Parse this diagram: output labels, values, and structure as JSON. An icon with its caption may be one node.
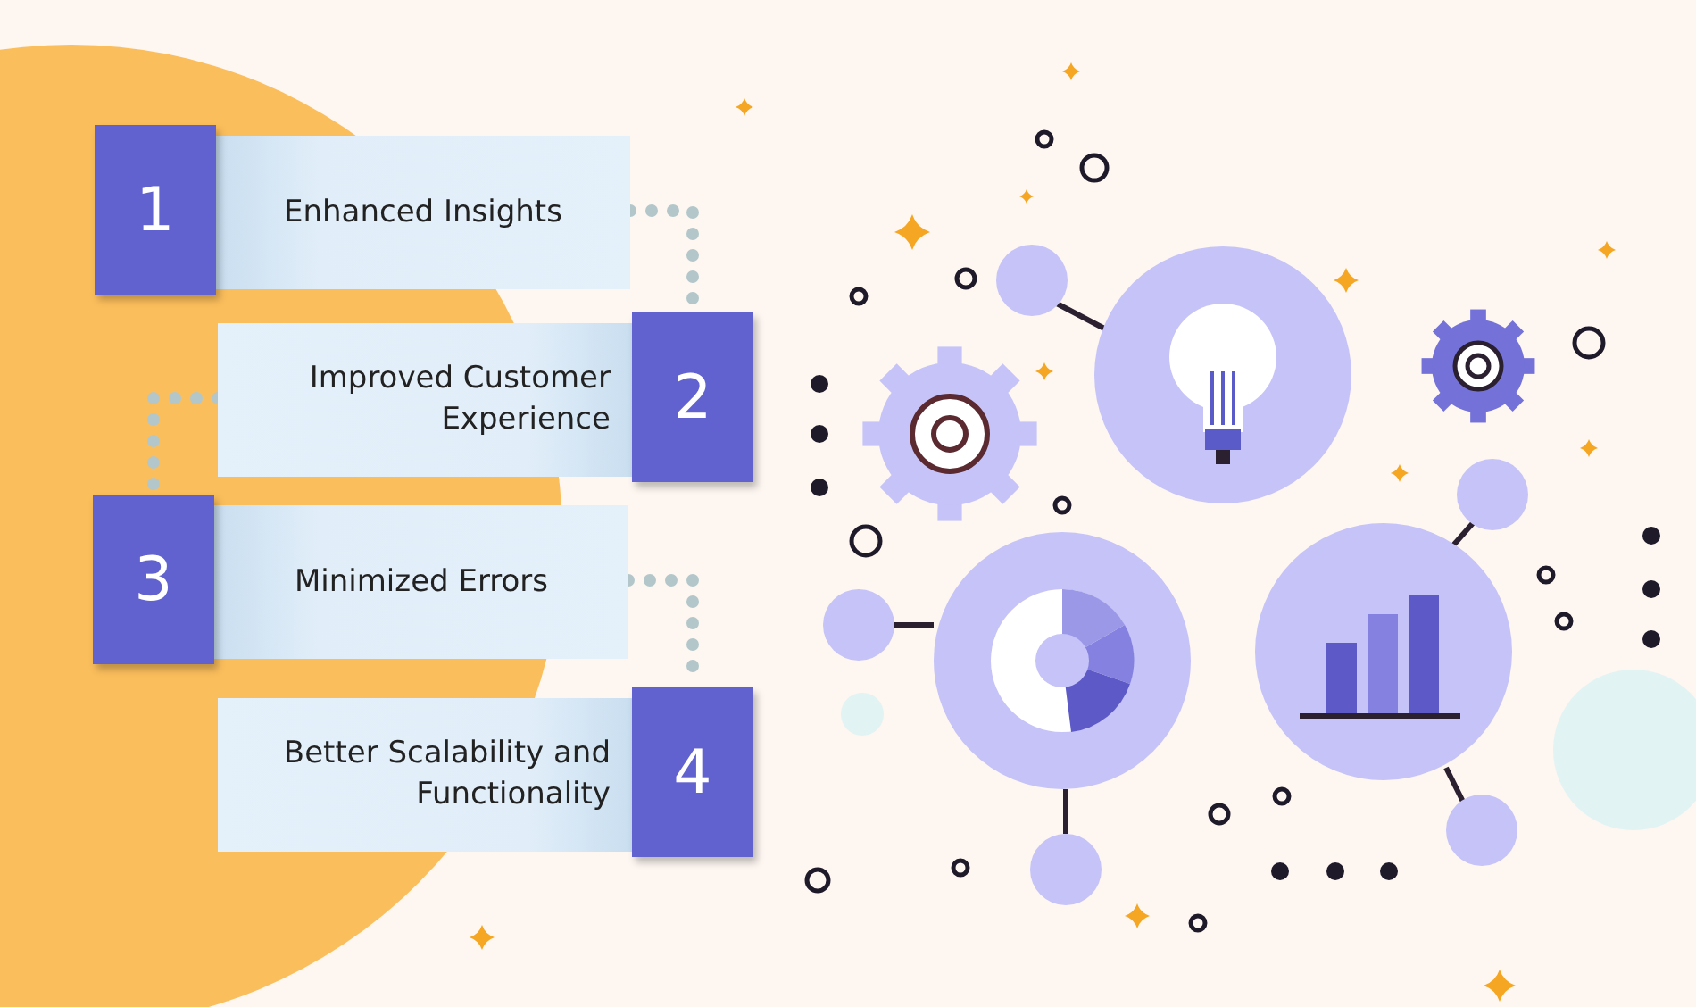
{
  "diagram": {
    "nodes": [
      {
        "text": [
          "1",
          "Enhanced Insights"
        ]
      },
      {
        "text": [
          "Improved Customer Experience",
          "2"
        ]
      },
      {
        "text": [
          "3",
          "Minimized Errors"
        ]
      },
      {
        "text": [
          "Better Scalability and Functionality",
          "4"
        ]
      }
    ],
    "edges": [
      {
        "from": 0,
        "to": 1,
        "arrow": "none"
      },
      {
        "from": 1,
        "to": 2,
        "arrow": "none"
      },
      {
        "from": 2,
        "to": 3,
        "arrow": "none"
      }
    ]
  }
}
